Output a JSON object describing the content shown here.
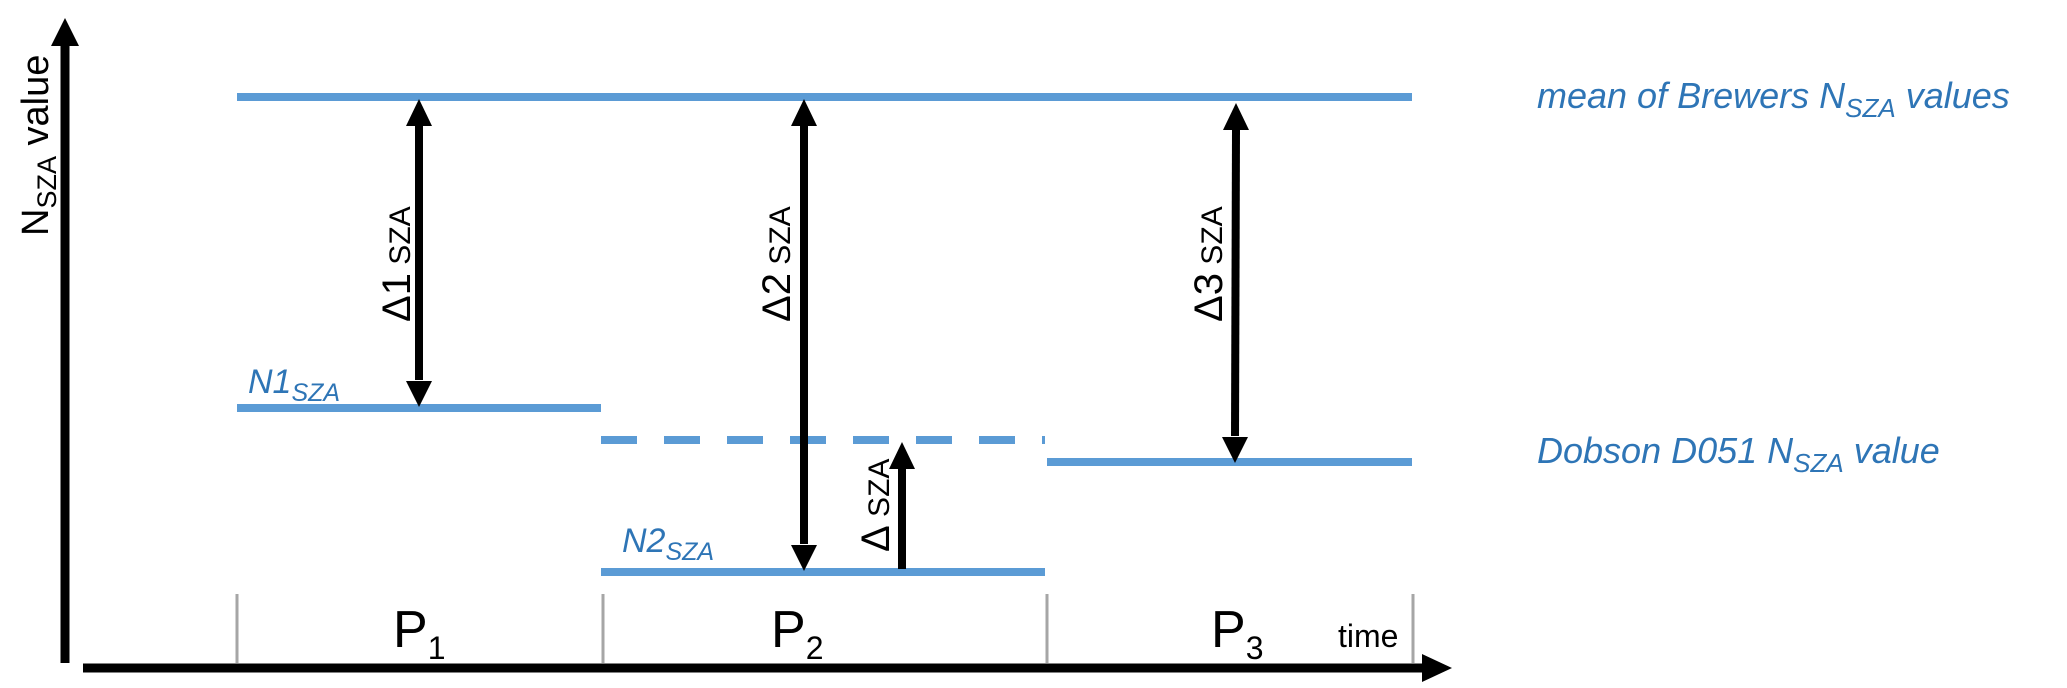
{
  "colors": {
    "level_line": "#5B9BD5",
    "level_text": "#2E75B6",
    "arrow": "#000000",
    "tick": "#A6A6A6"
  },
  "axes": {
    "y_label_main": "N",
    "y_label_sub": "SZA",
    "y_label_rest": " value",
    "x_label": "time"
  },
  "periods": [
    {
      "main": "P",
      "sub": "1"
    },
    {
      "main": "P",
      "sub": "2"
    },
    {
      "main": "P",
      "sub": "3"
    }
  ],
  "levels": {
    "brewer_main": "mean of Brewers N",
    "brewer_sub": "SZA",
    "brewer_rest": " values",
    "dobson_main": "Dobson D051 N",
    "dobson_sub": "SZA",
    "dobson_rest": " value",
    "n1_main": "N1",
    "n1_sub": "SZA",
    "n2_main": "N2",
    "n2_sub": "SZA"
  },
  "deltas": [
    {
      "main": "Δ1",
      "sub": " SZA"
    },
    {
      "main": "Δ2",
      "sub": " SZA"
    },
    {
      "main": "Δ3",
      "sub": " SZA"
    },
    {
      "main": "Δ",
      "sub": " SZA"
    }
  ]
}
